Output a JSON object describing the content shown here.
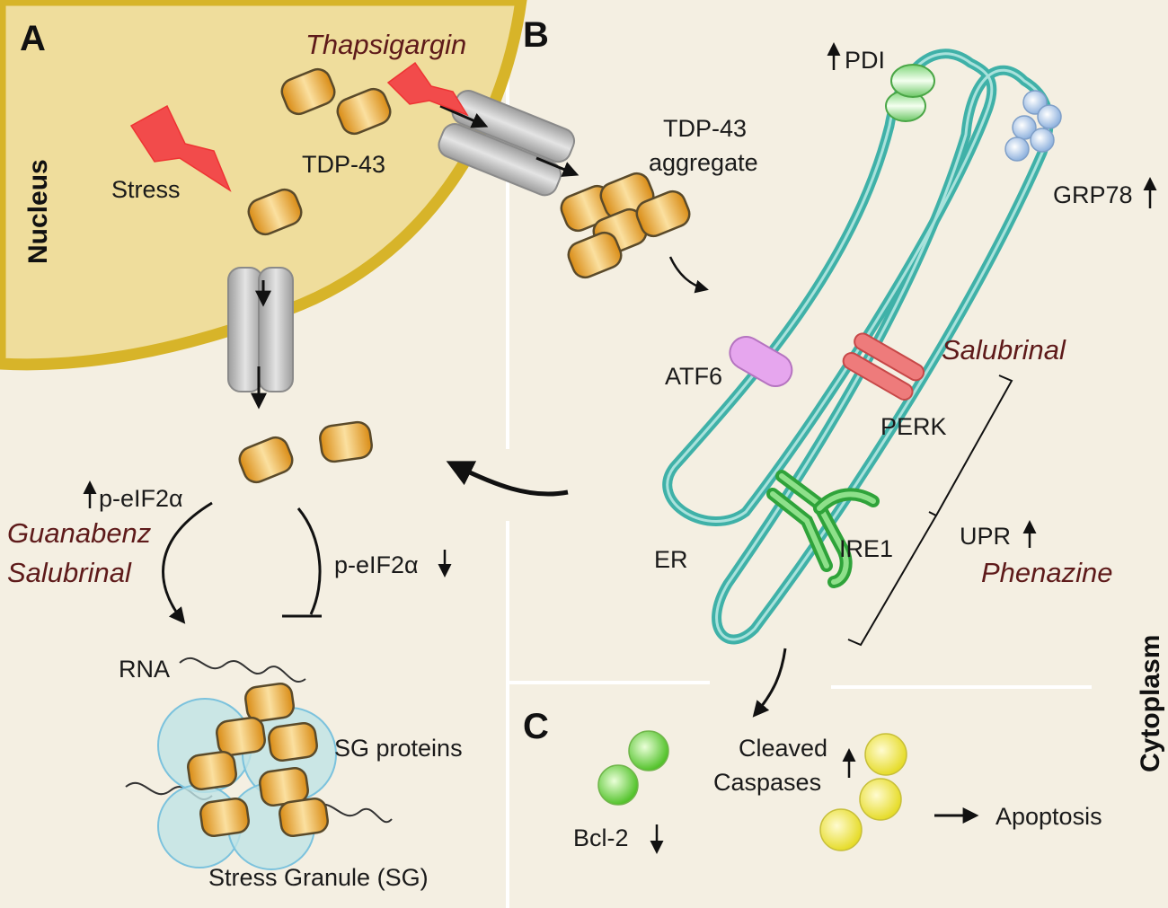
{
  "panels": {
    "a": "A",
    "b": "B",
    "c": "C"
  },
  "compartments": {
    "nucleus": "Nucleus",
    "cytoplasm": "Cytoplasm"
  },
  "panel_a": {
    "stress": "Stress",
    "tdp43": "TDP-43",
    "peif2a_up": "p-eIF2α",
    "peif2a_down": "p-eIF2α",
    "drug_guanabenz": "Guanabenz",
    "drug_salubrinal": "Salubrinal",
    "rna": "RNA",
    "sg_proteins": "SG proteins",
    "stress_granule": "Stress Granule (SG)"
  },
  "panel_b": {
    "thapsigargin": "Thapsigargin",
    "tdp43_aggregate_line1": "TDP-43",
    "tdp43_aggregate_line2": "aggregate",
    "pdi": "PDI",
    "grp78": "GRP78",
    "atf6": "ATF6",
    "salubrinal": "Salubrinal",
    "perk": "PERK",
    "er": "ER",
    "ire1": "IRE1",
    "upr": "UPR",
    "phenazine": "Phenazine"
  },
  "panel_c": {
    "bcl2": "Bcl-2",
    "cleaved_line1": "Cleaved",
    "cleaved_line2": "Caspases",
    "apoptosis": "Apoptosis"
  },
  "colors": {
    "nucleus_fill": "#efdd9c",
    "nucleus_border": "#d7b429",
    "tdp43_orange": "#e8a22a",
    "er_teal": "#3fb1a8",
    "stress_red": "#f24b4b",
    "drug_text": "#5e1a1a"
  }
}
